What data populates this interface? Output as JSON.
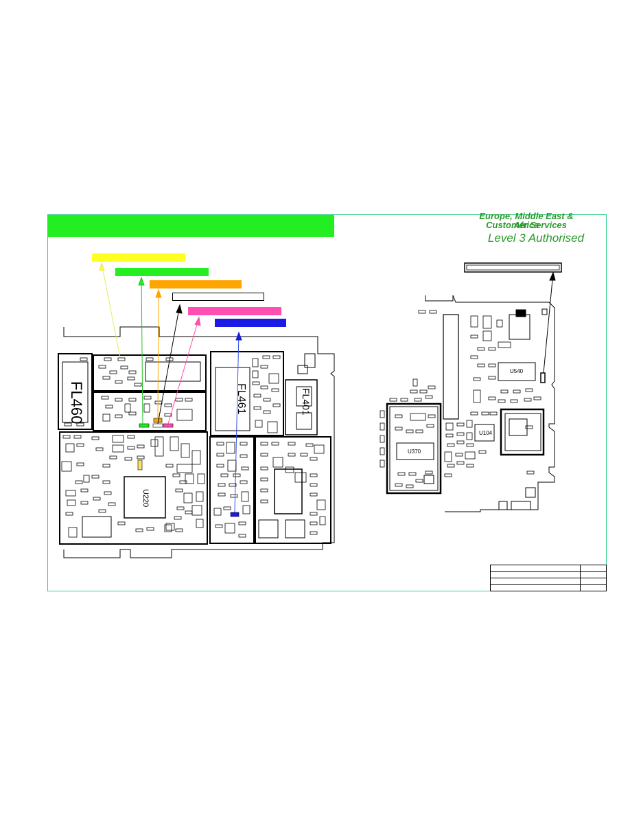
{
  "header": {
    "line1": "Europe, Middle East & Africa",
    "line2": "Customer Services",
    "line3": "Level 3 Authorised"
  },
  "colors": {
    "frame": "#2fd08a",
    "banner": "#22ee22",
    "header_text": "#2a9a2a",
    "legend": [
      "#ffff22",
      "#22ee22",
      "#ffa500",
      "#ffffff",
      "#ff4fb0",
      "#1a1ae6"
    ]
  },
  "component_labels": {
    "fl460": "FL460",
    "fl461": "FL461",
    "fl401": "FL401",
    "u220": "U220",
    "u540": "U540",
    "u370": "U370",
    "u104": "U104"
  }
}
